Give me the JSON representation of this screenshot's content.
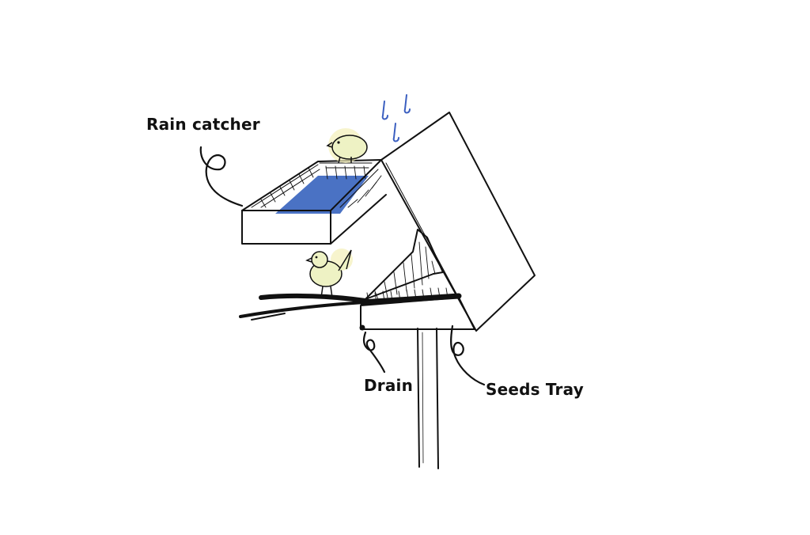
{
  "labels": {
    "rain_catcher": "Rain catcher",
    "drain": "Drain",
    "seeds_tray": "Seeds Tray"
  },
  "colors": {
    "ink": "#111111",
    "water": "#4a72c4",
    "rain_drops": "#3b5fc0",
    "bird_body": "#eef2c4",
    "bird_glow": "#f4f0b8"
  },
  "icons": [
    "bird-icon",
    "rain-drop-icon"
  ]
}
